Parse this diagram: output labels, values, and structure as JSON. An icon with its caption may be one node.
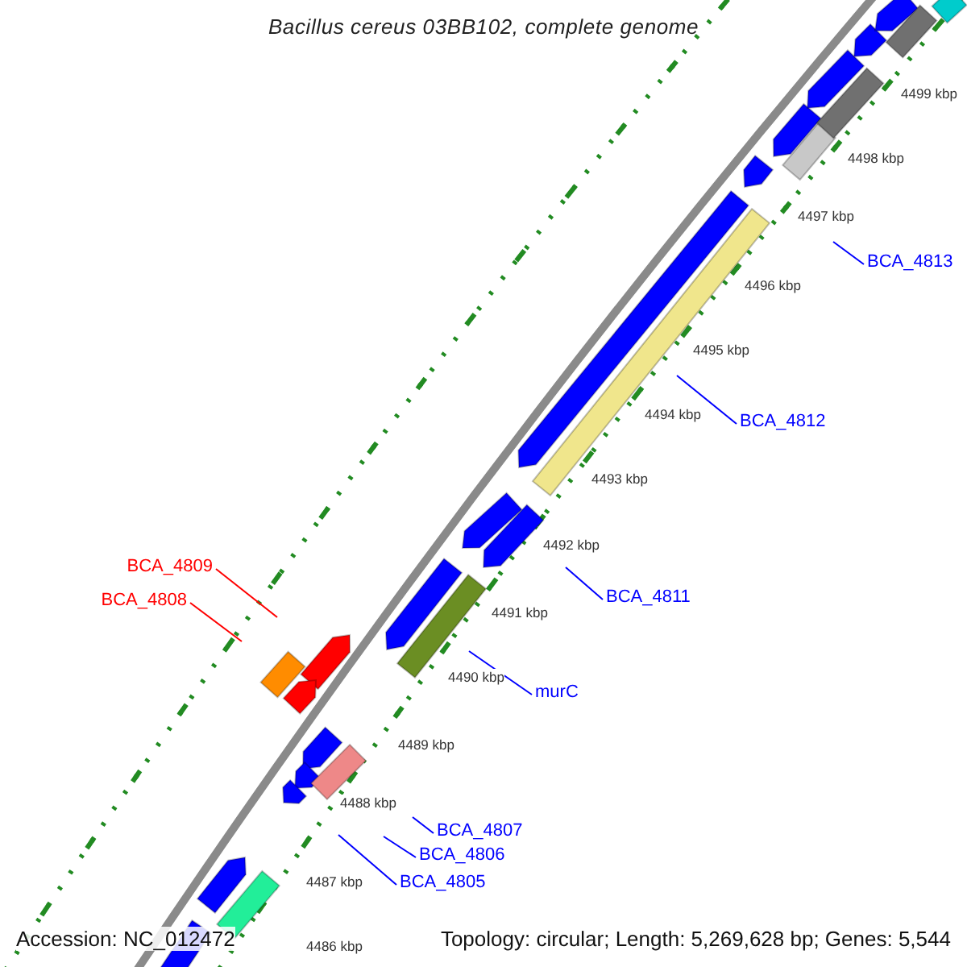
{
  "diagram": {
    "title": "Bacillus cereus 03BB102, complete genome",
    "nodes": [
      {
        "text": [
          "BCA_4813"
        ]
      },
      {
        "text": [
          "BCA_4812"
        ]
      },
      {
        "text": [
          "BCA_4811"
        ]
      },
      {
        "text": [
          "murC"
        ]
      },
      {
        "text": [
          "BCA_4809"
        ]
      },
      {
        "text": [
          "BCA_4808"
        ]
      },
      {
        "text": [
          "BCA_4807"
        ]
      },
      {
        "text": [
          "BCA_4806"
        ]
      },
      {
        "text": [
          "BCA_4805"
        ]
      }
    ],
    "edges": [
      {
        "from": 0,
        "to": null,
        "arrow": "none"
      },
      {
        "from": 1,
        "to": null,
        "arrow": "none"
      },
      {
        "from": 2,
        "to": null,
        "arrow": "none"
      },
      {
        "from": 3,
        "to": null,
        "arrow": "none"
      },
      {
        "from": 4,
        "to": null,
        "arrow": "none",
        "color": "#ff0000"
      },
      {
        "from": 5,
        "to": null,
        "arrow": "none",
        "color": "#ff0000"
      },
      {
        "from": 6,
        "to": null,
        "arrow": "none"
      },
      {
        "from": 7,
        "to": null,
        "arrow": "none"
      },
      {
        "from": 8,
        "to": null,
        "arrow": "none"
      }
    ],
    "labels": [
      "4499 kbp",
      "4498 kbp",
      "4497 kbp",
      "4496 kbp",
      "4495 kbp",
      "4494 kbp",
      "4493 kbp",
      "4492 kbp",
      "4491 kbp",
      "4490 kbp",
      "4489 kbp",
      "4488 kbp",
      "4487 kbp",
      "4486 kbp",
      "Accession: NC_012472",
      "Topology: circular; Length: 5,269,628 bp; Genes: 5,544"
    ]
  }
}
